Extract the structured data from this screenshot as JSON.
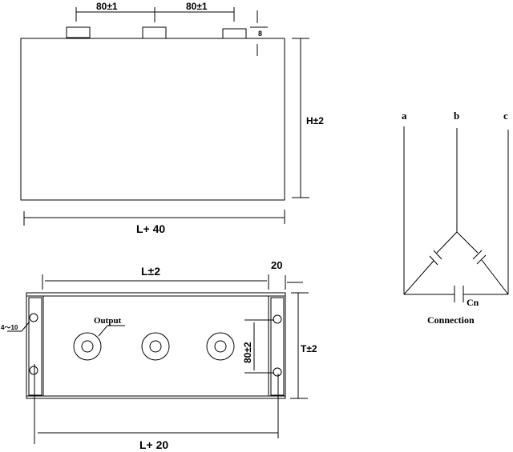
{
  "top_view": {
    "dim_spacing_1": "80±1",
    "dim_spacing_2": "80±1",
    "dim_terminal_height": "8",
    "dim_height": "H±2",
    "dim_length": "L+ 40"
  },
  "bottom_view": {
    "dim_length": "L±2",
    "dim_flange": "20",
    "output_label": "Output",
    "hole_label": "4～10",
    "dim_hole_spacing": "80±2",
    "dim_thickness": "T±2",
    "dim_mount_length": "L+ 20"
  },
  "connection": {
    "terminal_a": "a",
    "terminal_b": "b",
    "terminal_c": "c",
    "capacitor_label": "Cn",
    "title": "Connection"
  }
}
